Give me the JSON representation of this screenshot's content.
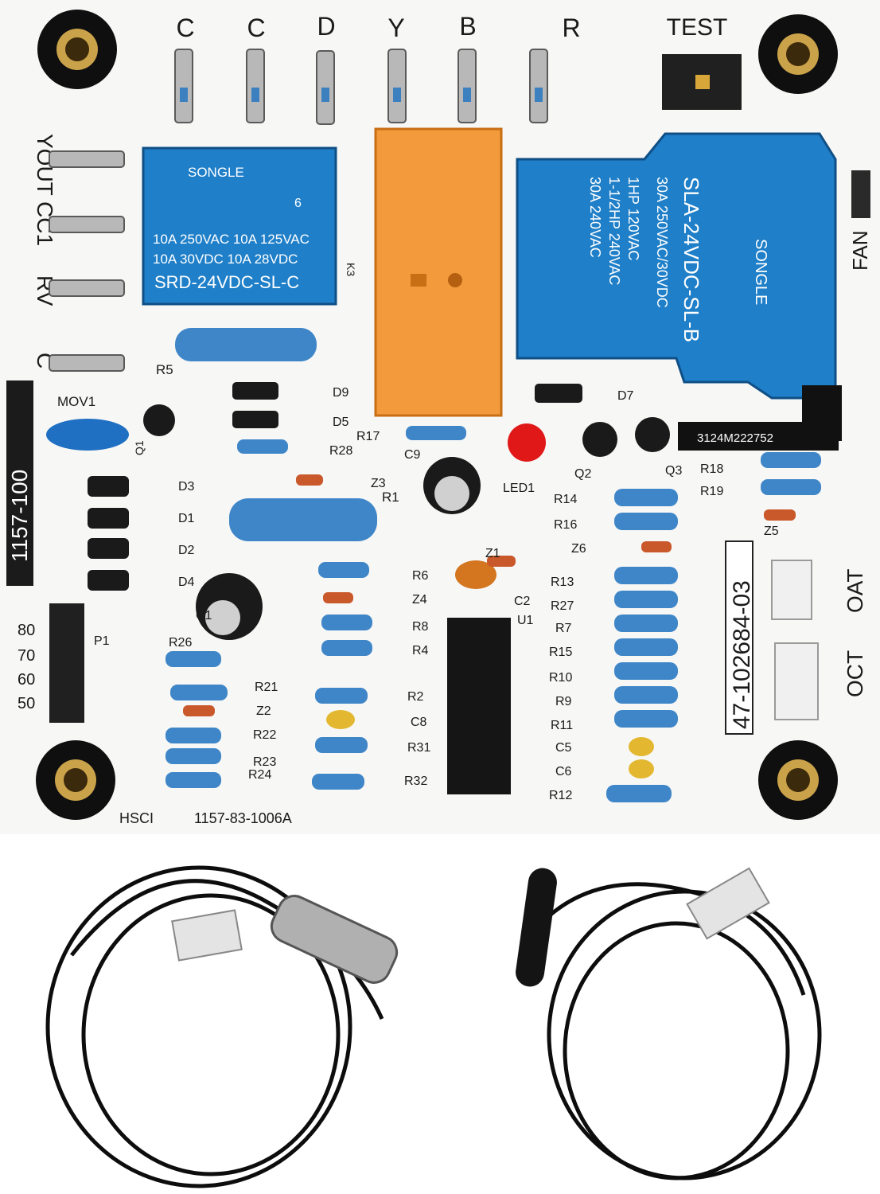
{
  "terminals_top": [
    "C",
    "C",
    "D",
    "Y",
    "B",
    "R"
  ],
  "test_label": "TEST",
  "terminals_left": [
    "YOUT",
    "CC1",
    "RV",
    "C"
  ],
  "fan_label": "FAN",
  "board_id_left": "1157-100",
  "board_id_right": "47-102684-03",
  "board_footer": {
    "maker": "HSCI",
    "part": "1157-83-1006A"
  },
  "qr_code_text": "3124M222752",
  "jumper_labels": [
    "80",
    "70",
    "60",
    "50"
  ],
  "jumper_name": "P1",
  "connectors": [
    "OAT",
    "OCT"
  ],
  "relay_small": {
    "brand": "SONGLE",
    "rating_1": "10A 250VAC  10A 125VAC",
    "rating_2": "10A  30VDC  10A  28VDC",
    "model": "SRD-24VDC-SL-C",
    "mark": "6"
  },
  "relay_large": {
    "model": "SLA-24VDC-SL-B",
    "brand": "SONGLE",
    "line_1": "30A 250VAC/30VDC",
    "line_2": "1HP 120VAC",
    "line_3": "1-1/2HP 240VAC",
    "line_4": "30A 240VAC"
  },
  "component_labels": {
    "MOV1": "MOV1",
    "Q1": "Q1",
    "Q2": "Q2",
    "Q3": "Q3",
    "LED1": "LED1",
    "K3": "K3",
    "R1": "R1",
    "R2": "R2",
    "R4": "R4",
    "R5": "R5",
    "R6": "R6",
    "R7": "R7",
    "R8": "R8",
    "R9": "R9",
    "R10": "R10",
    "R11": "R11",
    "R12": "R12",
    "R13": "R13",
    "R14": "R14",
    "R15": "R15",
    "R16": "R16",
    "R17": "R17",
    "R18": "R18",
    "R19": "R19",
    "R21": "R21",
    "R22": "R22",
    "R23": "R23",
    "R24": "R24",
    "R26": "R26",
    "R27": "R27",
    "R28": "R28",
    "R31": "R31",
    "R32": "R32",
    "D1": "D1",
    "D2": "D2",
    "D3": "D3",
    "D4": "D4",
    "D5": "D5",
    "D7": "D7",
    "D9": "D9",
    "Z1": "Z1",
    "Z2": "Z2",
    "Z3": "Z3",
    "Z4": "Z4",
    "Z5": "Z5",
    "Z6": "Z6",
    "C1": "C1",
    "C2": "C2",
    "C5": "C5",
    "C6": "C6",
    "C8": "C8",
    "C9": "C9",
    "U1": "U1"
  },
  "colors": {
    "board": "#f7f7f5",
    "relay_blue": "#1f7fc8",
    "relay_orange": "#f39a3c",
    "resistor_blue": "#3f86c8",
    "led_red": "#e01818",
    "ic_black": "#151515",
    "cable": "#0d0d0d"
  }
}
